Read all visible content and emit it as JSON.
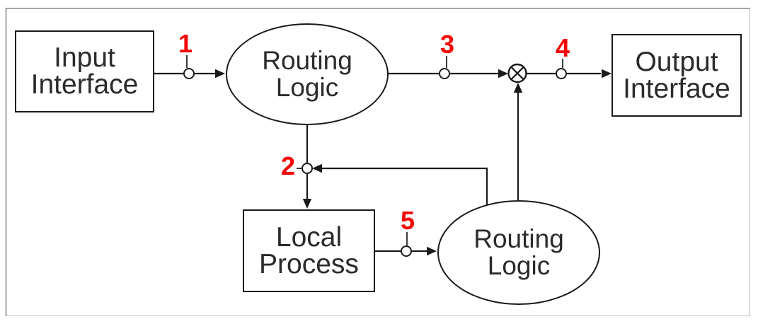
{
  "diagram": {
    "nodes": {
      "input_interface": {
        "line1": "Input",
        "line2": "Interface"
      },
      "routing_logic_top": {
        "line1": "Routing",
        "line2": "Logic"
      },
      "output_interface": {
        "line1": "Output",
        "line2": "Interface"
      },
      "local_process": {
        "line1": "Local",
        "line2": "Process"
      },
      "routing_logic_bottom": {
        "line1": "Routing",
        "line2": "Logic"
      }
    },
    "reference_points": {
      "p1": "1",
      "p2": "2",
      "p3": "3",
      "p4": "4",
      "p5": "5"
    },
    "symbols": {
      "merge": "otimes-circled-x"
    },
    "colors": {
      "line": "#1a1a1a",
      "node_text": "#2b2b2b",
      "reference_label": "#f40404",
      "background": "#ffffff"
    }
  }
}
